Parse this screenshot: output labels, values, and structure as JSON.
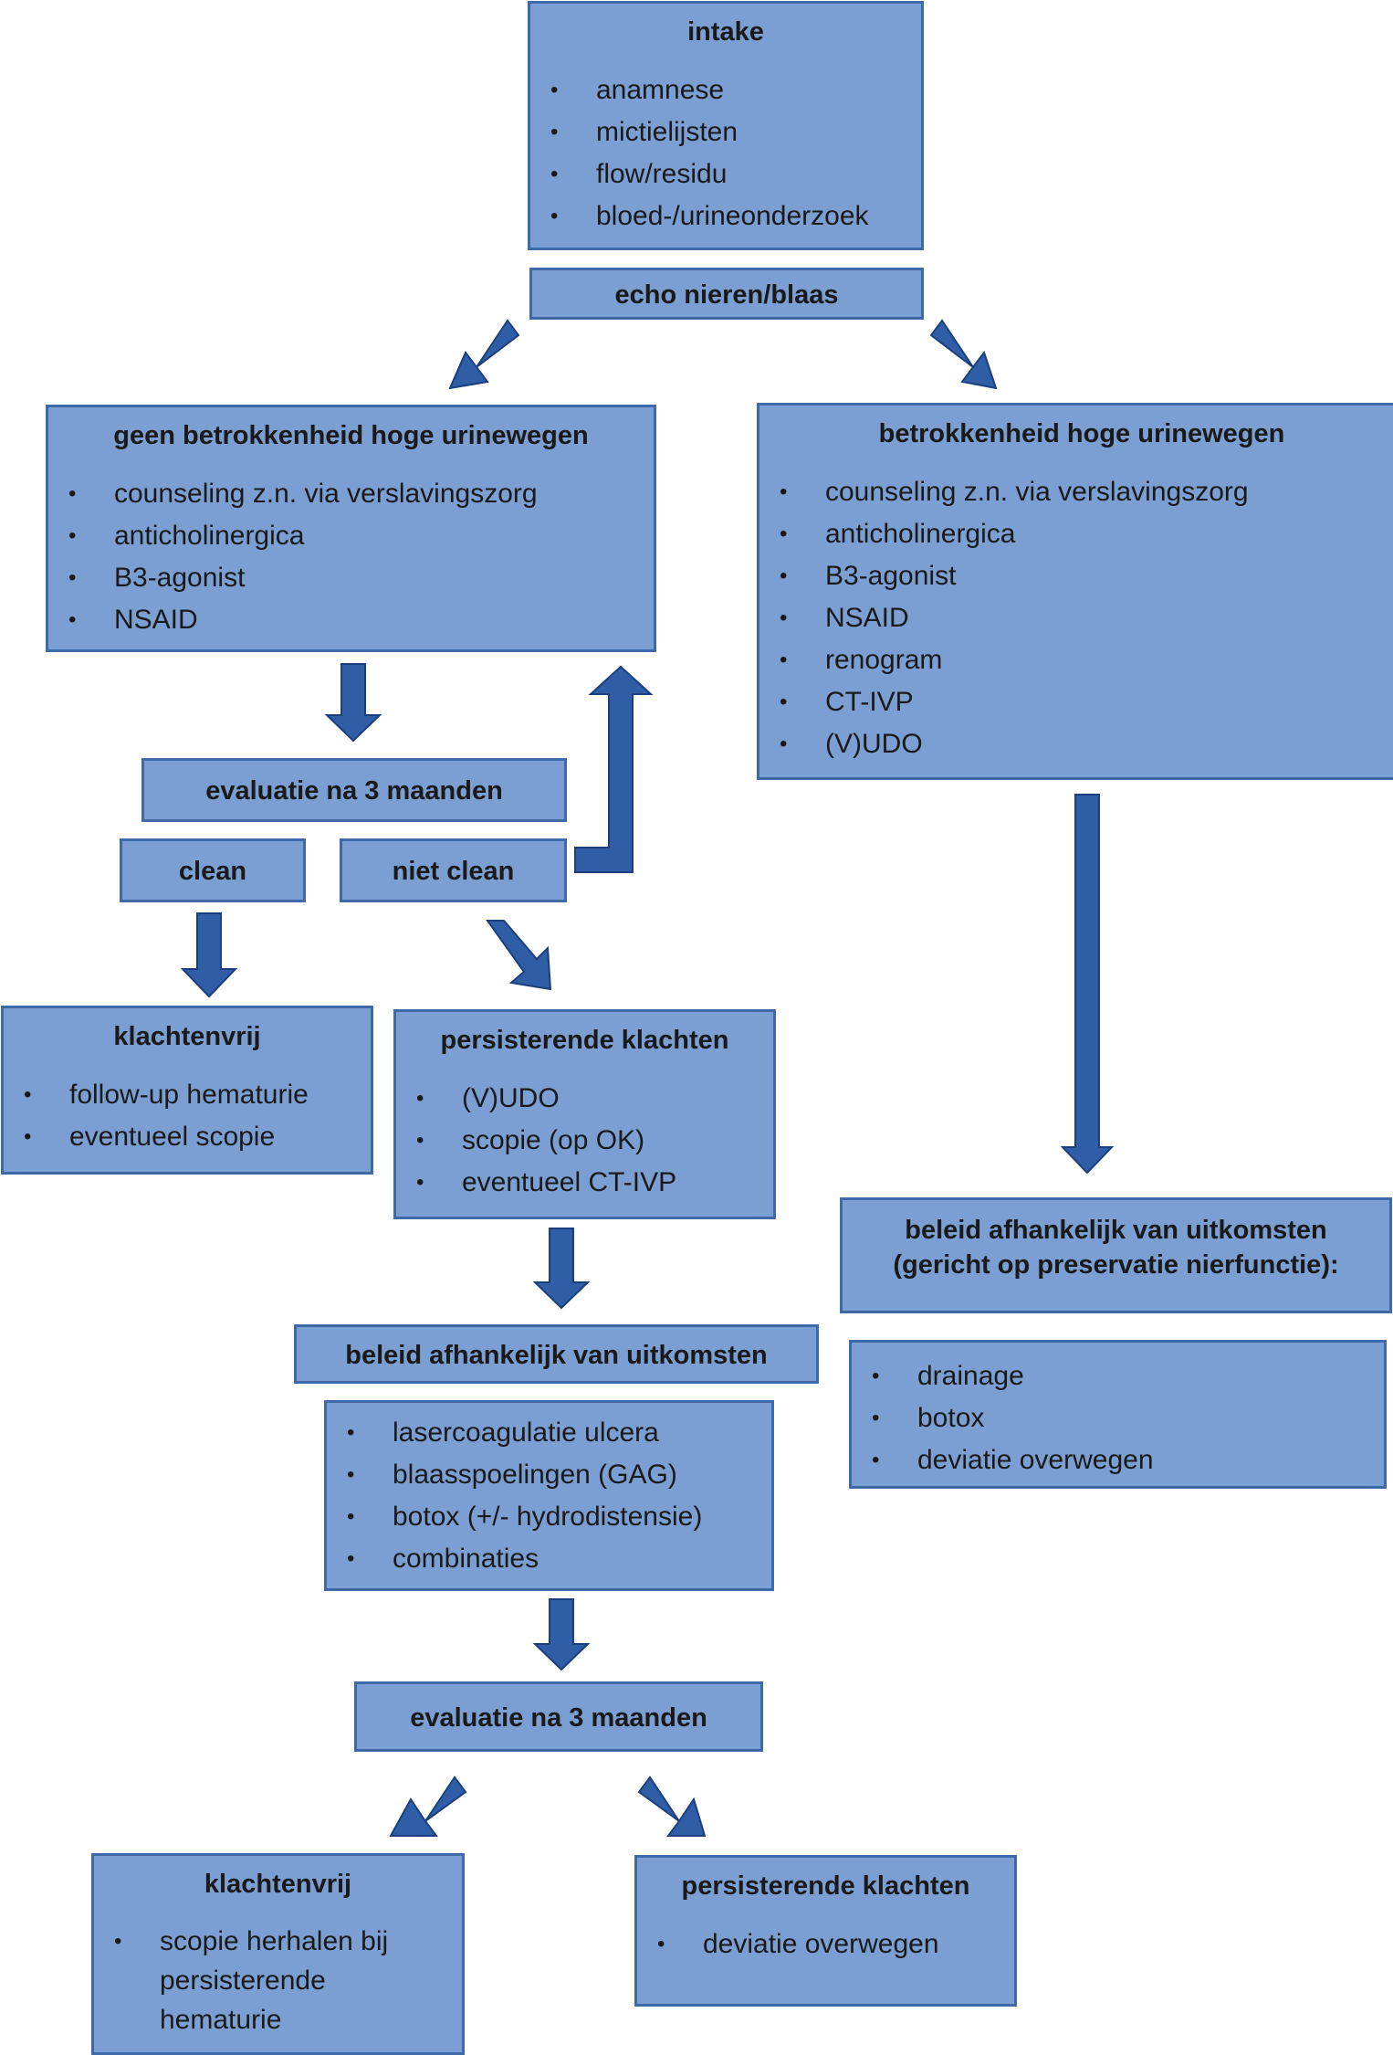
{
  "colors": {
    "box_fill": "#7b9fd3",
    "box_border": "#3f6aa8",
    "arrow_fill": "#2f5ea7",
    "arrow_stroke": "#1b3f7d"
  },
  "intake": {
    "title": "intake",
    "items": [
      "anamnese",
      "mictielijsten",
      "flow/residu",
      "bloed-/urineonderzoek"
    ]
  },
  "echo": {
    "title": "echo nieren/blaas"
  },
  "no_upper": {
    "title": "geen betrokkenheid hoge urinewegen",
    "items": [
      "counseling z.n. via verslavingszorg",
      "anticholinergica",
      "B3-agonist",
      "NSAID"
    ]
  },
  "upper": {
    "title": "betrokkenheid hoge urinewegen",
    "items": [
      "counseling z.n. via verslavingszorg",
      "anticholinergica",
      "B3-agonist",
      "NSAID",
      "renogram",
      "CT-IVP",
      "(V)UDO"
    ]
  },
  "eval1": {
    "title": "evaluatie na 3 maanden"
  },
  "clean": {
    "title": "clean"
  },
  "niet_clean": {
    "title": "niet clean"
  },
  "klachtenvrij1": {
    "title": "klachtenvrij",
    "items": [
      "follow-up hematurie",
      "eventueel scopie"
    ]
  },
  "persist1": {
    "title": "persisterende klachten",
    "items": [
      "(V)UDO",
      "scopie (op OK)",
      "eventueel CT-IVP"
    ]
  },
  "beleid_left": {
    "title": "beleid afhankelijk van uitkomsten"
  },
  "treat_left": {
    "items": [
      "lasercoagulatie ulcera",
      "blaasspoelingen (GAG)",
      "botox (+/- hydrodistensie)",
      "combinaties"
    ]
  },
  "eval2": {
    "title": "evaluatie na 3 maanden"
  },
  "klachtenvrij2": {
    "title": "klachtenvrij",
    "items": [
      "scopie herhalen bij persisterende hematurie"
    ]
  },
  "persist2": {
    "title": "persisterende klachten",
    "items": [
      "deviatie overwegen"
    ]
  },
  "beleid_right": {
    "title_line1": "beleid afhankelijk van uitkomsten",
    "title_line2": "(gericht op preservatie nierfunctie):"
  },
  "treat_right": {
    "items": [
      "drainage",
      "botox",
      "deviatie overwegen"
    ]
  }
}
